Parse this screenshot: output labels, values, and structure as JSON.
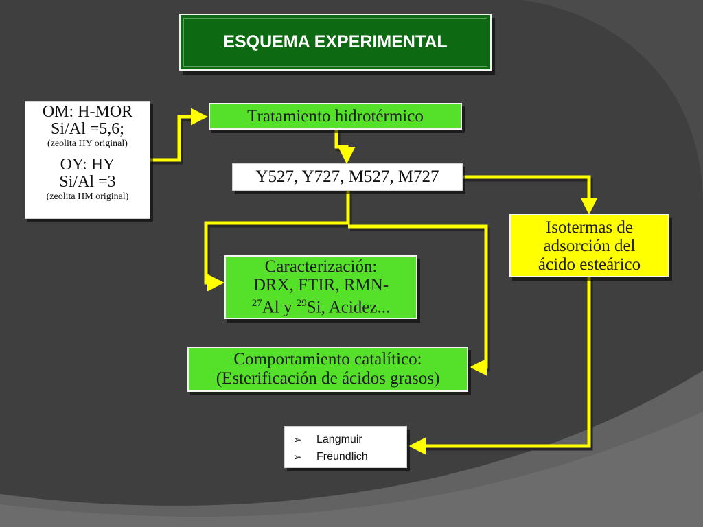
{
  "title": "ESQUEMA EXPERIMENTAL",
  "origin": {
    "om_title": "OM: H-MOR",
    "om_ratio": "Si/Al =5,6;",
    "om_note": "(zeolita HY original)",
    "oy_title": "OY: HY",
    "oy_ratio": "Si/Al =3",
    "oy_note": "(zeolita HM original)"
  },
  "treatment": "Tratamiento hidrotérmico",
  "samples": "Y527, Y727, M527, M727",
  "characterization": {
    "line1": "Caracterización:",
    "line2": "DRX, FTIR, RMN-",
    "sup1": "27",
    "mid": "Al y ",
    "sup2": "29",
    "end": "Si, Acidez..."
  },
  "catalytic": {
    "line1": "Comportamiento catalítico:",
    "line2": "(Esterificación de ácidos grasos)"
  },
  "isotherms": {
    "line1": "Isotermas de",
    "line2": "adsorción del",
    "line3": "ácido esteárico"
  },
  "models": {
    "bullet": "➢",
    "items": [
      "Langmuir",
      "Freundlich"
    ]
  },
  "colors": {
    "background": "#3f3f3f",
    "title_fill": "#0d6a12",
    "box_green": "#55e02a",
    "box_yellow": "#ffff00",
    "connector": "#ffff00"
  }
}
